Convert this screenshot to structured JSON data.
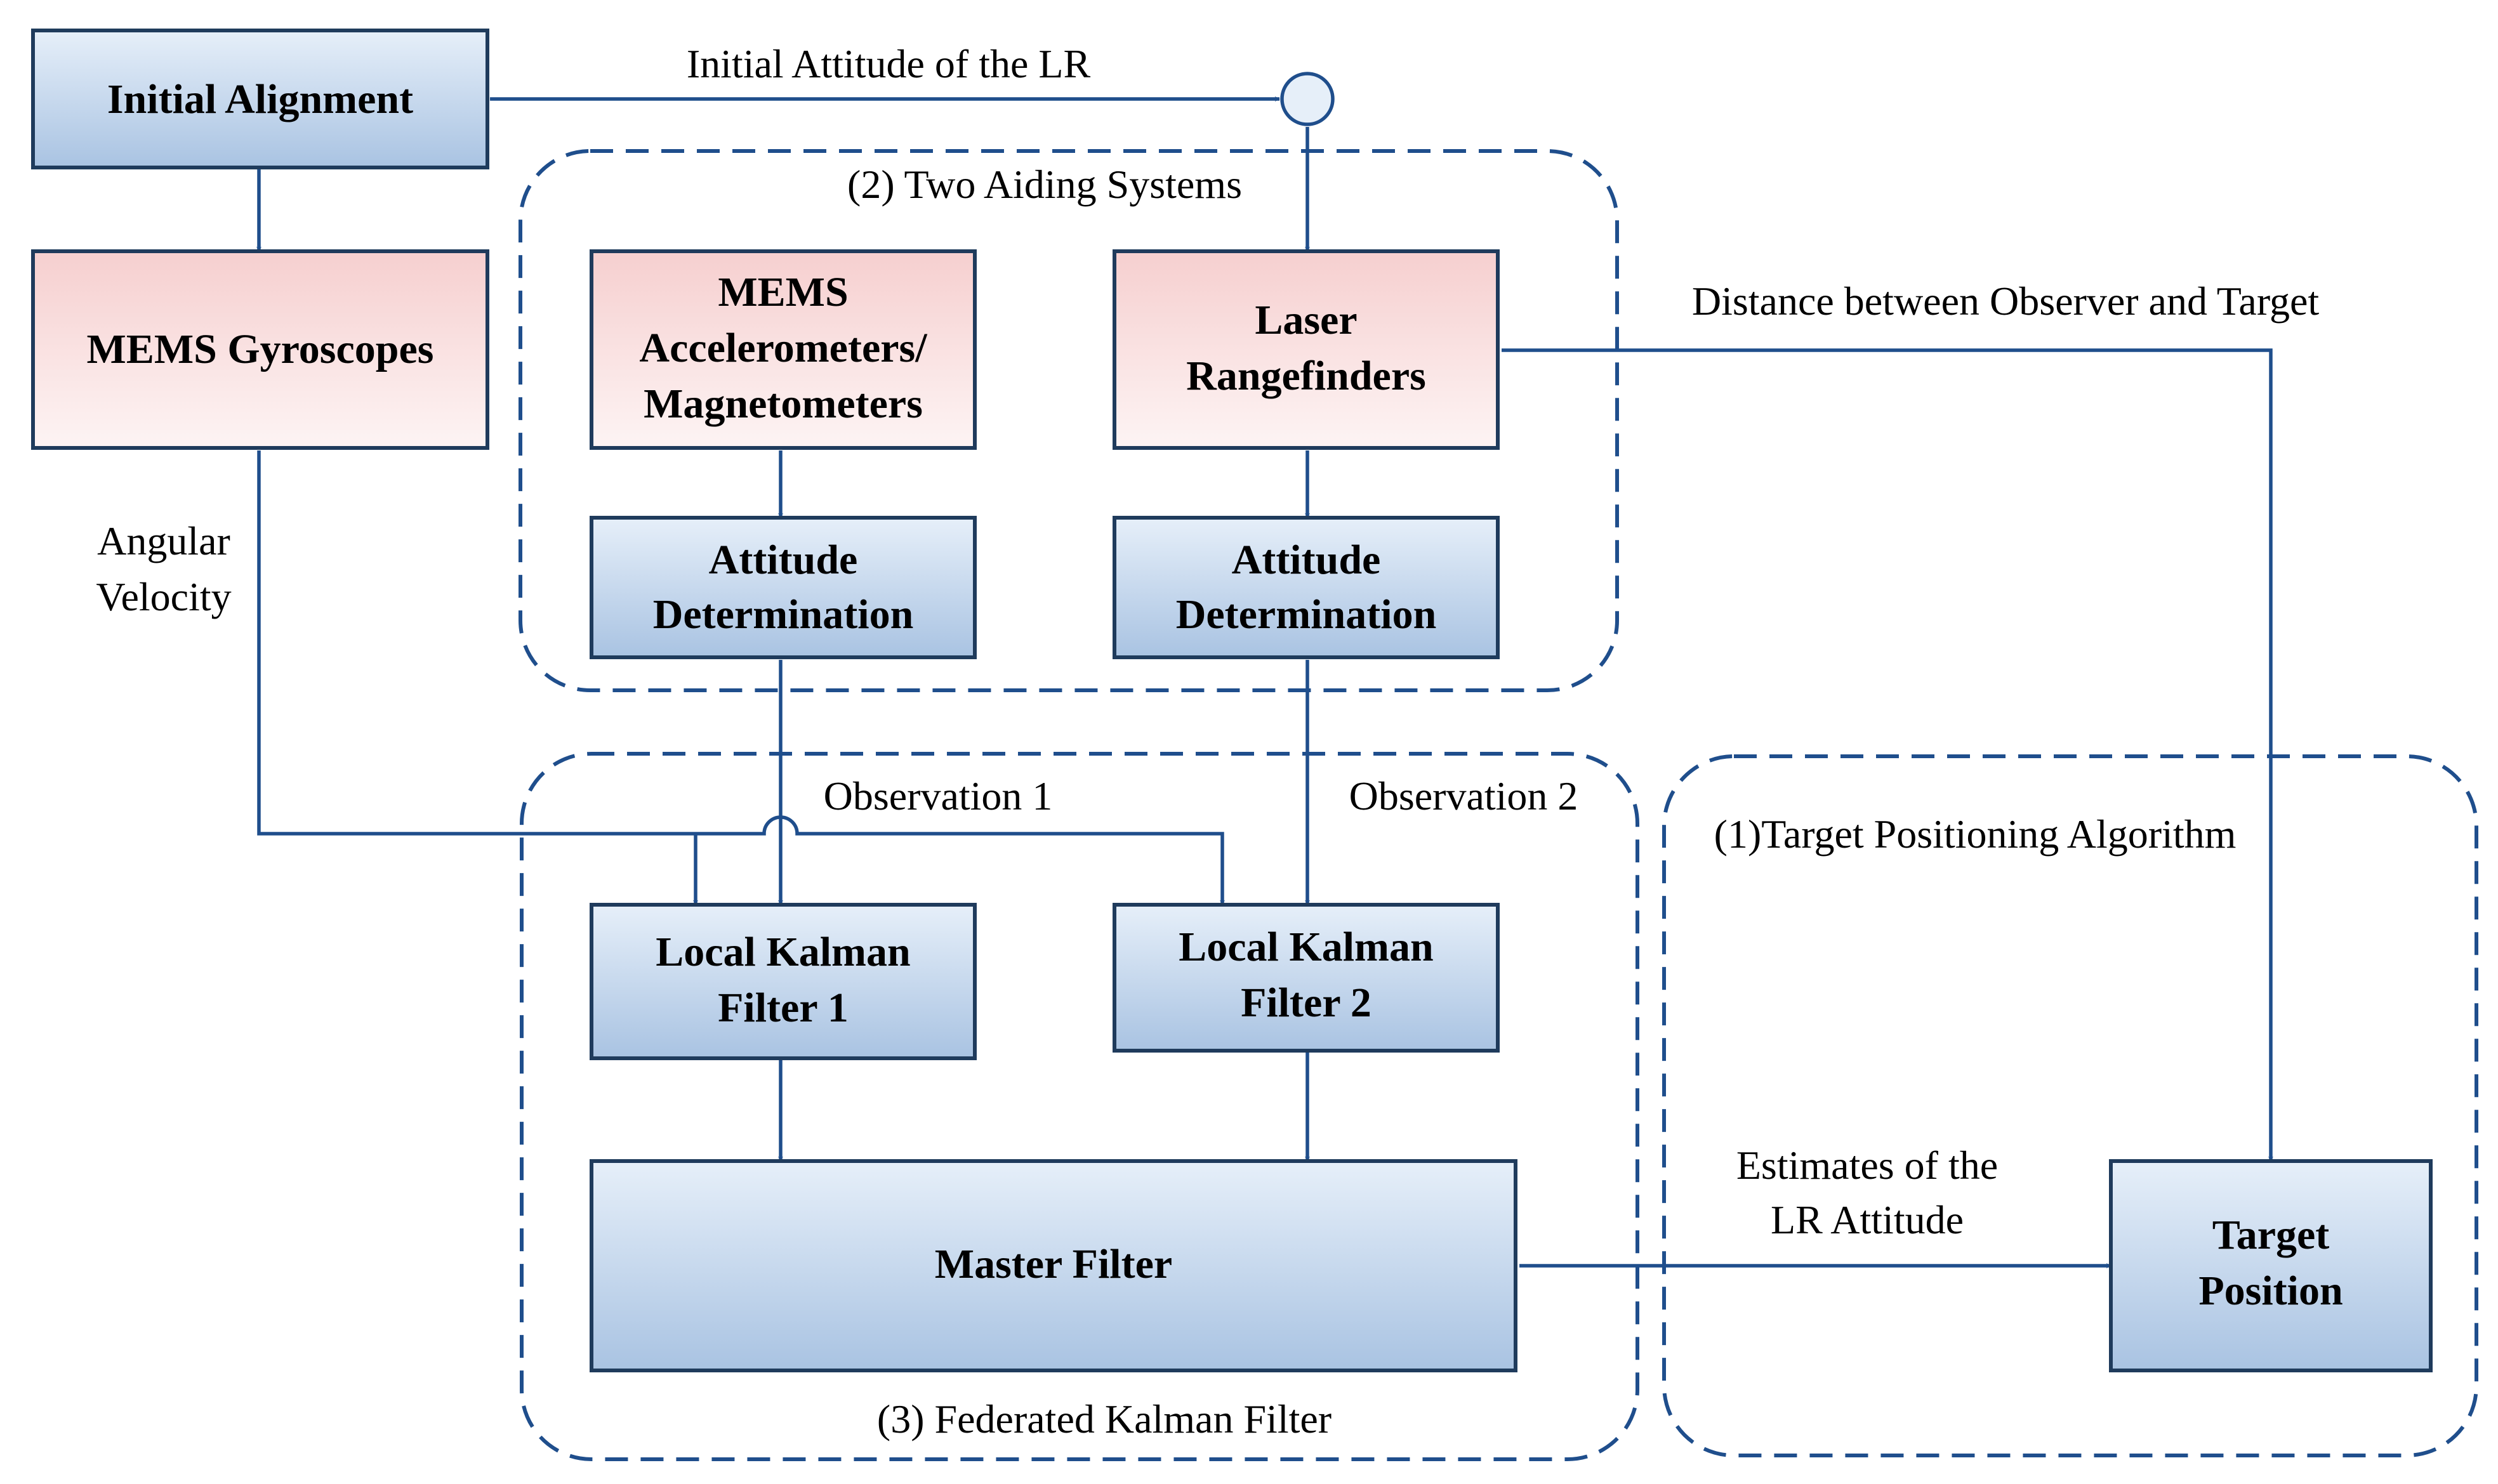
{
  "diagram": {
    "boxes": {
      "initial_alignment": [
        "Initial Alignment"
      ],
      "mems_gyroscopes": [
        "MEMS Gyroscopes"
      ],
      "mems_accel_mag": [
        "MEMS",
        "Accelerometers/",
        "Magnetometers"
      ],
      "laser_rangefinders": [
        "Laser",
        "Rangefinders"
      ],
      "attitude_det_1": [
        "Attitude",
        "Determination"
      ],
      "attitude_det_2": [
        "Attitude",
        "Determination"
      ],
      "local_kf_1": [
        "Local Kalman",
        "Filter 1"
      ],
      "local_kf_2": [
        "Local Kalman",
        "Filter 2"
      ],
      "master_filter": [
        "Master Filter"
      ],
      "target_position": [
        "Target",
        "Position"
      ]
    },
    "groups": {
      "aiding_systems": "(2) Two Aiding Systems",
      "federated_kf": "(3) Federated Kalman Filter",
      "target_positioning": "(1)Target Positioning Algorithm"
    },
    "edge_labels": {
      "initial_attitude": "Initial Attitude of the LR",
      "distance": "Distance between Observer and Target",
      "angular_velocity": [
        "Angular",
        "Velocity"
      ],
      "observation_1": "Observation 1",
      "observation_2": "Observation 2",
      "estimates": [
        "Estimates of the",
        "LR Attitude"
      ]
    },
    "colors": {
      "blue_box_top": "#e6eff9",
      "blue_box_bottom": "#a9c3e2",
      "pink_box_top": "#f6cfcf",
      "pink_box_bottom": "#fdf4f4",
      "line": "#1f4e8c",
      "box_border": "#1f3b5c"
    }
  }
}
